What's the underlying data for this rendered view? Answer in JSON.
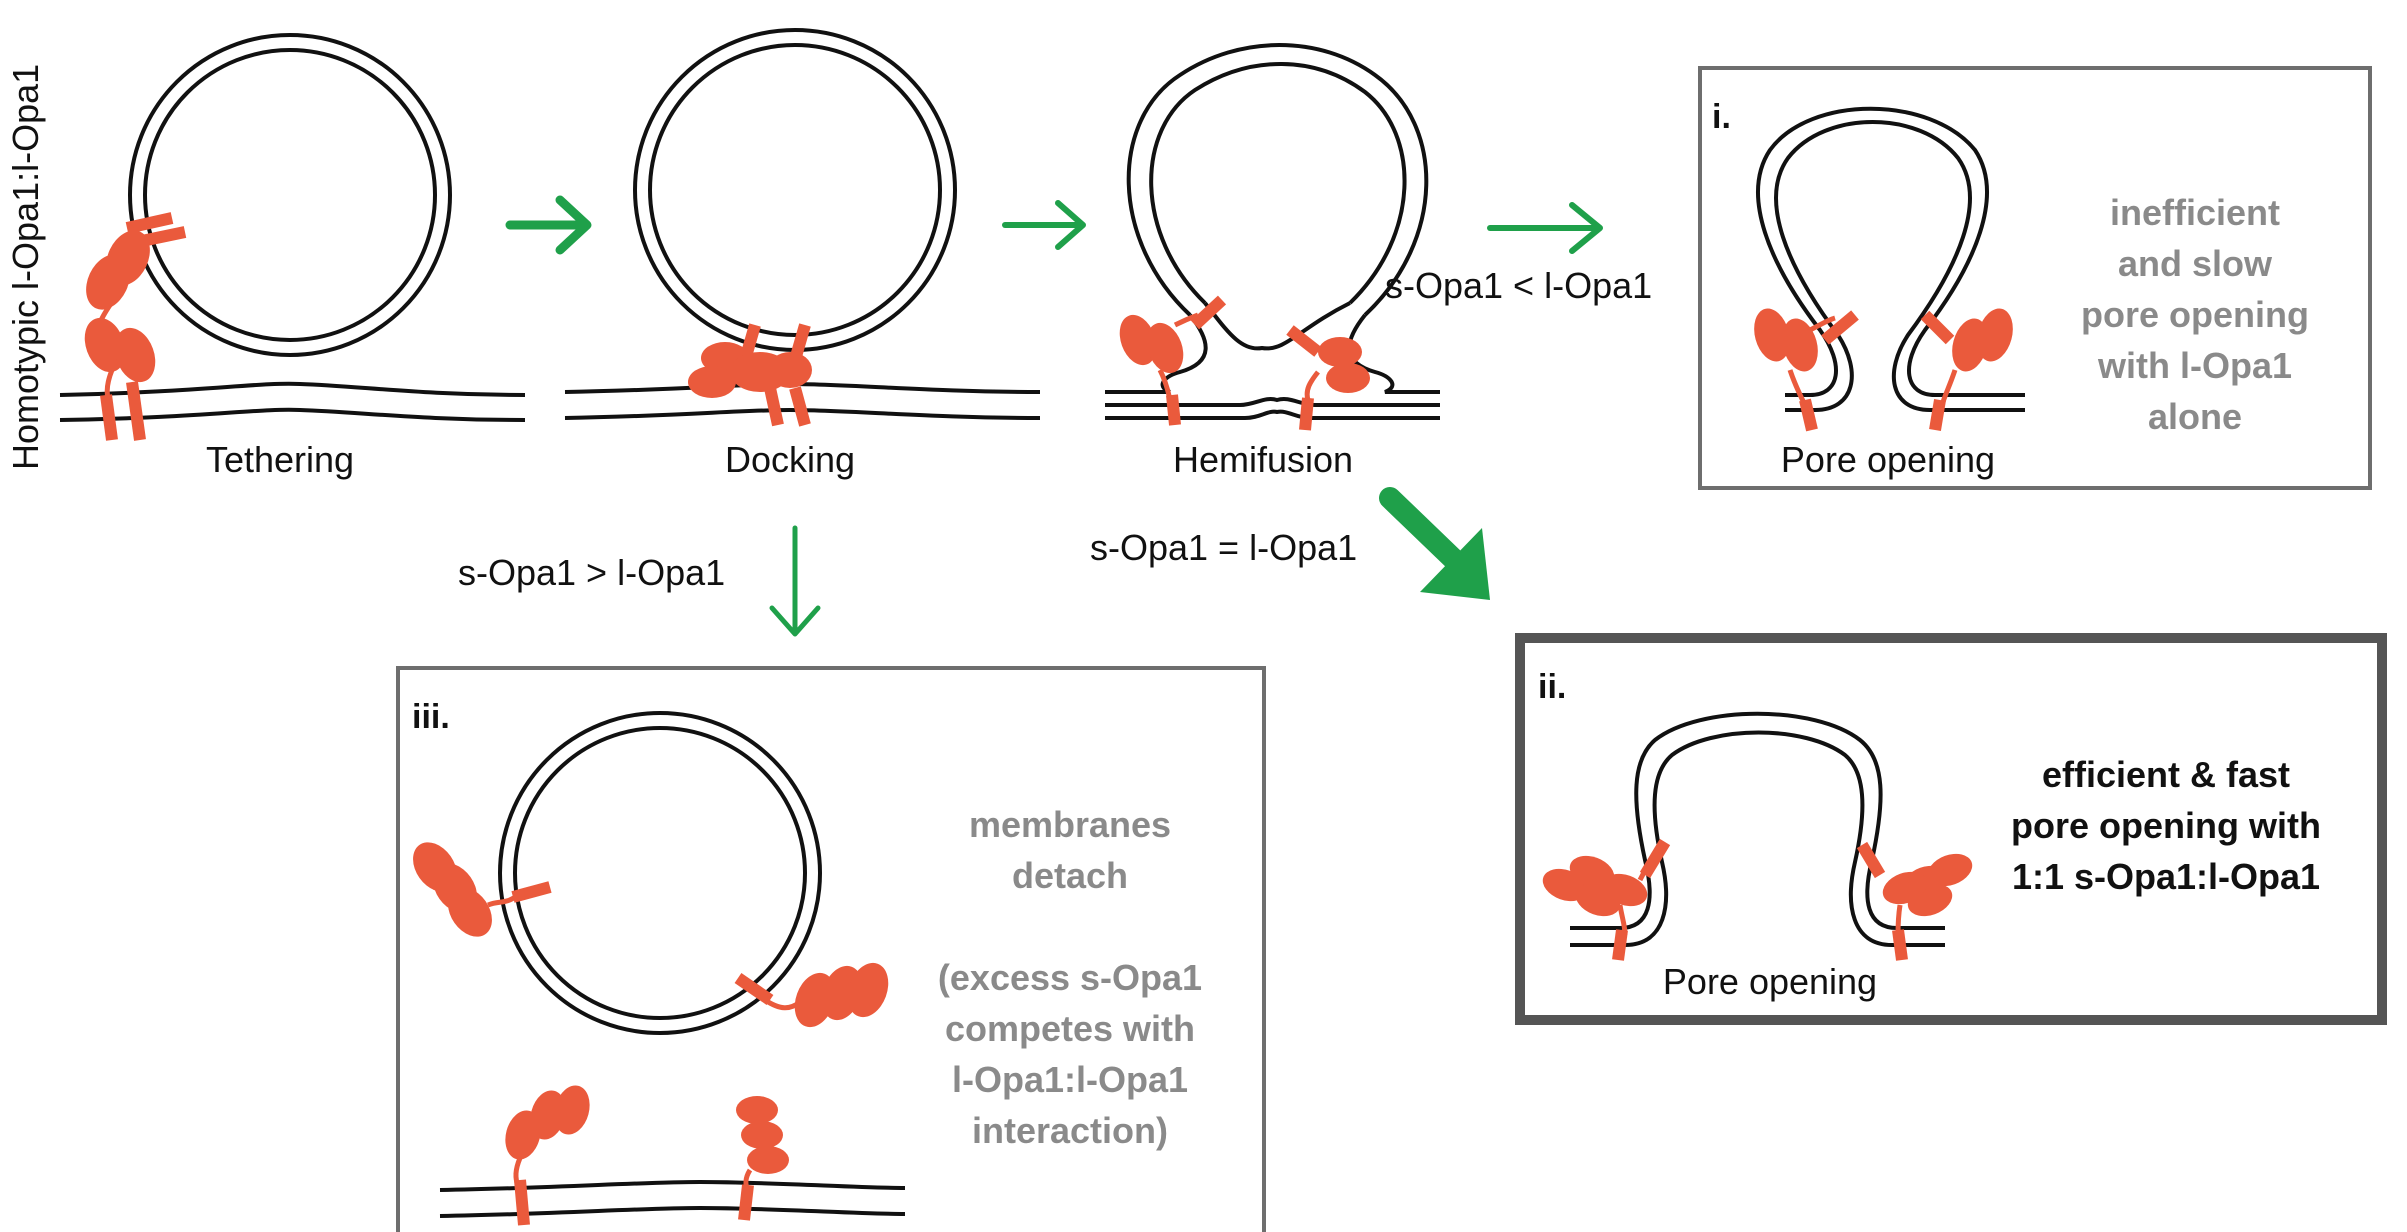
{
  "side_label": "Homotypic l-Opa1:l-Opa1",
  "stages": {
    "tethering": "Tethering",
    "docking": "Docking",
    "hemifusion": "Hemifusion"
  },
  "conditions": {
    "less": "s-Opa1 < l-Opa1",
    "equal": "s-Opa1 = l-Opa1",
    "greater": "s-Opa1 > l-Opa1"
  },
  "panel_i": {
    "tag": "i.",
    "caption": "Pore opening",
    "note": [
      "inefficient",
      "and slow",
      "pore opening",
      "with l-Opa1",
      "alone"
    ]
  },
  "panel_ii": {
    "tag": "ii.",
    "caption": "Pore opening",
    "note": [
      "efficient & fast",
      "pore opening with",
      "1:1 s-Opa1:l-Opa1"
    ]
  },
  "panel_iii": {
    "tag": "iii.",
    "note1": [
      "membranes",
      "detach"
    ],
    "note2": [
      "(excess s-Opa1",
      "competes with",
      "l-Opa1:l-Opa1",
      "interaction)"
    ]
  },
  "colors": {
    "protein": "#ea5a3c",
    "arrow": "#1fa04a",
    "note_grey": "#8a8a8a"
  }
}
